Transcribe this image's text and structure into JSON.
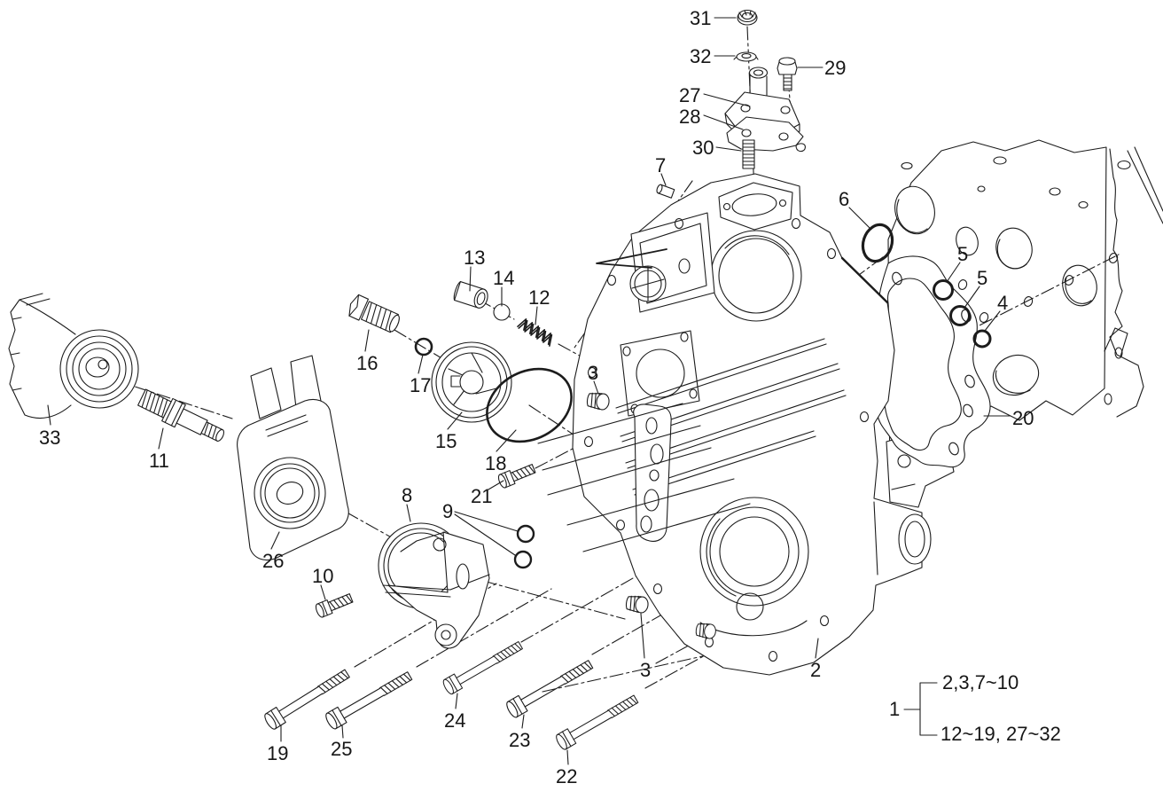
{
  "diagram": {
    "line_color": "#1c1c1c",
    "background": "#ffffff",
    "callouts": {
      "c1": "1",
      "c2": "2",
      "c3_top": "3",
      "c3_bottom": "3",
      "c4": "4",
      "c5_upper": "5",
      "c5_lower": "5",
      "c6": "6",
      "c7": "7",
      "c8": "8",
      "c9": "9",
      "c10": "10",
      "c11": "11",
      "c12": "12",
      "c13": "13",
      "c14": "14",
      "c15": "15",
      "c16": "16",
      "c17": "17",
      "c18": "18",
      "c19": "19",
      "c20": "20",
      "c21": "21",
      "c22": "22",
      "c23": "23",
      "c24": "24",
      "c25": "25",
      "c26": "26",
      "c27": "27",
      "c28": "28",
      "c29": "29",
      "c30": "30",
      "c31": "31",
      "c32": "32",
      "c33": "33"
    },
    "legend": {
      "group_label": "1",
      "row1": "2,3,7~10",
      "row2": "12~19, 27~32"
    }
  }
}
